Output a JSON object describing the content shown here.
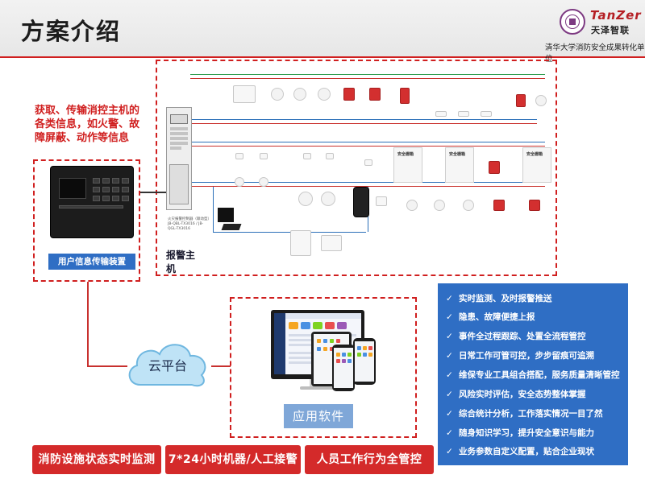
{
  "header": {
    "title": "方案介绍",
    "brand_en": "TanZer",
    "brand_cn": "天泽智联",
    "tagline": "清华大学消防安全成果转化单位"
  },
  "info_text": "获取、传输消控主机的各类信息，如火警、故障屏蔽、动作等信息",
  "user_device": {
    "label": "用户信息传输装置"
  },
  "alarm_host": {
    "label": "报警主机",
    "panel_caption": "火灾报警控制器（联动型）JB-QBL-TX3016 / JB-QGL-TX3016",
    "cabinet_labels": [
      "安全栅箱",
      "安全栅箱",
      "安全栅箱"
    ]
  },
  "cloud": {
    "label": "云平台"
  },
  "app": {
    "label": "应用软件"
  },
  "features": [
    "实时监测、及时报警推送",
    "隐患、故障便捷上报",
    "事件全过程跟踪、处置全流程管控",
    "日常工作可管可控，步步留痕可追溯",
    "维保专业工具组合搭配，服务质量清晰管控",
    "风险实时评估，安全态势整体掌握",
    "综合统计分析，工作落实情况一目了然",
    "随身知识学习，提升安全意识与能力",
    "业务参数自定义配置，贴合企业现状"
  ],
  "bottom_pills": [
    "消防设施状态实时监测",
    "7*24小时机器/人工接警",
    "人员工作行为全管控"
  ],
  "colors": {
    "accent_red": "#d01f1f",
    "accent_blue": "#2f6ec4",
    "brand_purple": "#7d3a82"
  }
}
